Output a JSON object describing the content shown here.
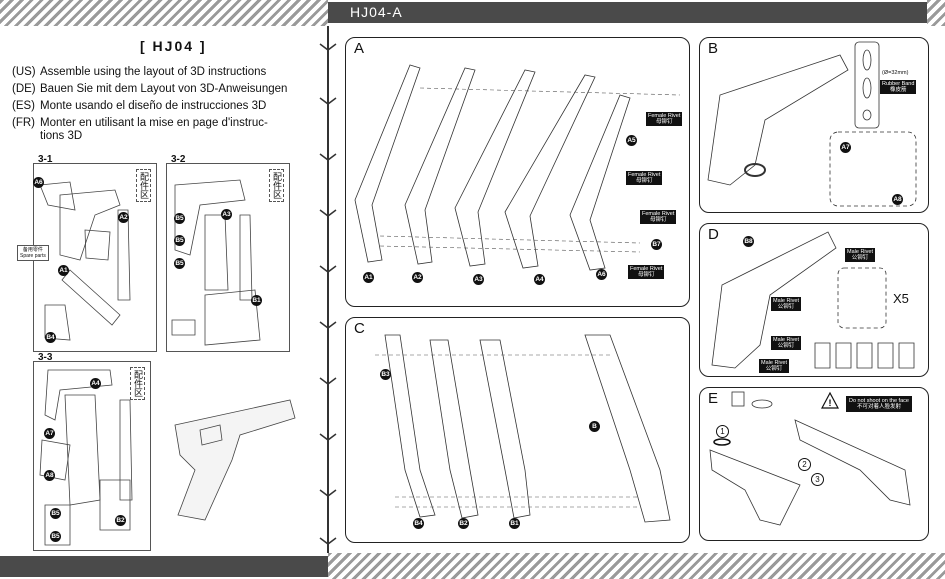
{
  "header": {
    "model_code": "HJ04-A"
  },
  "brand": "[ HJ04 ]",
  "languages": [
    {
      "code": "(US)",
      "text": "Assemble using the layout of 3D instructions"
    },
    {
      "code": "(DE)",
      "text": "Bauen Sie mit dem Layout von 3D-Anweisungen"
    },
    {
      "code": "(ES)",
      "text": "Monte usando el diseño de instrucciones 3D"
    },
    {
      "code": "(FR)",
      "text": "Monter en utilisant la mise en page d'instruc-",
      "text2": "tions 3D"
    }
  ],
  "sheets": [
    {
      "label": "3-1",
      "spare": "配件区"
    },
    {
      "label": "3-2",
      "spare": "配件区"
    },
    {
      "label": "3-3",
      "spare": "配件区"
    }
  ],
  "spare_parts": {
    "cn": "备用零件",
    "en": "Spare parts"
  },
  "parts": [
    "A1",
    "A2",
    "A3",
    "A4",
    "A5",
    "A6",
    "A7",
    "A8",
    "B1",
    "B2",
    "B3",
    "B4",
    "B5",
    "B",
    "B8"
  ],
  "panels": {
    "A": {
      "label": "A",
      "rivet_female": "Female Rivet",
      "rivet_female_cn": "母铆钉"
    },
    "B": {
      "label": "B",
      "band_size": "(Ø=32mm)",
      "band": "Rubber Band",
      "band_cn": "橡皮筋"
    },
    "C": {
      "label": "C"
    },
    "D": {
      "label": "D",
      "rivet_male": "Male Rivet",
      "rivet_male_cn": "公铆钉",
      "multiplier": "X5"
    },
    "E": {
      "label": "E",
      "warning": "Do not shoot on the face",
      "warning_cn": "不可对着人脸发射",
      "steps": [
        "1",
        "2",
        "3"
      ]
    }
  }
}
